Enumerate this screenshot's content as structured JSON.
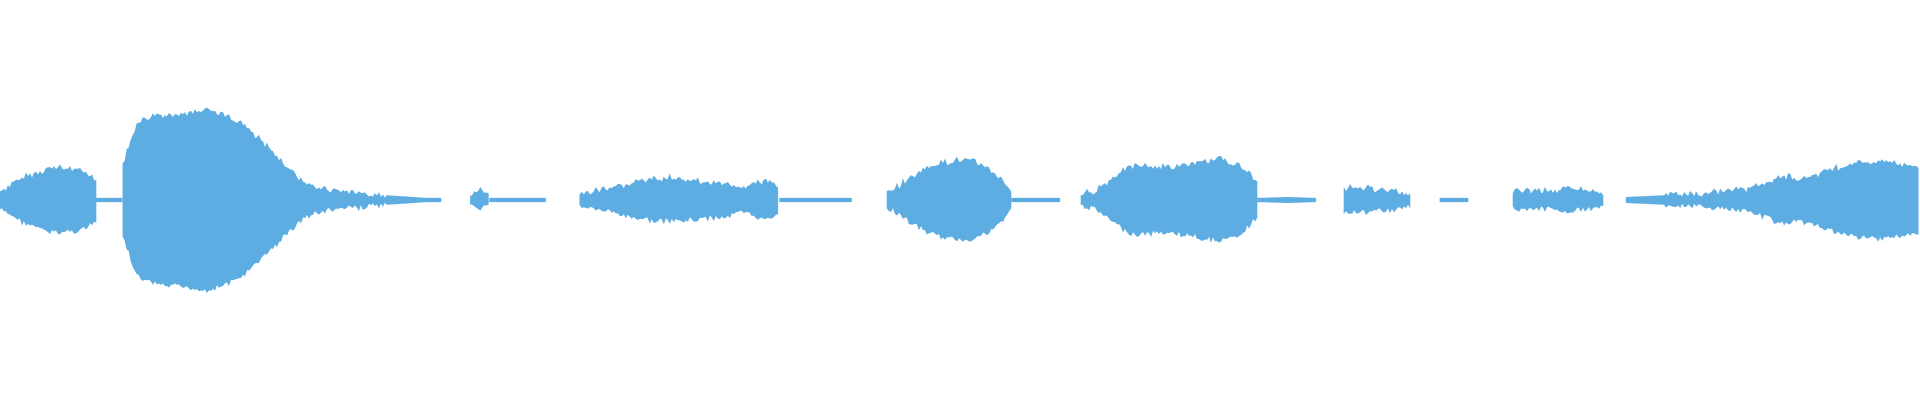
{
  "waveform": {
    "color": "#5dade2",
    "background": "#ffffff",
    "segments": [
      {
        "start": 0.0,
        "end": 0.05,
        "shape": [
          0.1,
          0.15,
          0.2,
          0.25,
          0.28,
          0.32,
          0.35,
          0.36,
          0.35,
          0.34,
          0.33,
          0.3,
          0.24
        ]
      },
      {
        "start": 0.05,
        "end": 0.064,
        "shape": [
          0.02,
          0.02,
          0.02
        ]
      },
      {
        "start": 0.064,
        "end": 0.23,
        "shape": [
          0.4,
          0.85,
          0.92,
          0.95,
          0.96,
          0.97,
          1.0,
          0.96,
          0.9,
          0.8,
          0.65,
          0.5,
          0.35,
          0.2,
          0.14,
          0.11,
          0.09,
          0.08,
          0.06,
          0.05,
          0.04,
          0.03,
          0.02,
          0.02
        ]
      },
      {
        "start": 0.245,
        "end": 0.255,
        "shape": [
          0.06,
          0.1,
          0.09,
          0.06
        ]
      },
      {
        "start": 0.255,
        "end": 0.285,
        "shape": [
          0.02,
          0.02,
          0.02
        ]
      },
      {
        "start": 0.302,
        "end": 0.406,
        "shape": [
          0.06,
          0.09,
          0.12,
          0.15,
          0.18,
          0.21,
          0.23,
          0.24,
          0.23,
          0.22,
          0.2,
          0.19,
          0.17,
          0.14,
          0.18,
          0.22,
          0.12
        ]
      },
      {
        "start": 0.406,
        "end": 0.444,
        "shape": [
          0.02,
          0.02,
          0.02
        ]
      },
      {
        "start": 0.462,
        "end": 0.527,
        "shape": [
          0.08,
          0.16,
          0.26,
          0.34,
          0.4,
          0.43,
          0.44,
          0.42,
          0.37,
          0.26,
          0.1
        ]
      },
      {
        "start": 0.527,
        "end": 0.553,
        "shape": [
          0.02,
          0.02,
          0.02
        ]
      },
      {
        "start": 0.563,
        "end": 0.655,
        "shape": [
          0.05,
          0.1,
          0.2,
          0.32,
          0.38,
          0.37,
          0.36,
          0.37,
          0.39,
          0.42,
          0.45,
          0.43,
          0.35,
          0.18
        ]
      },
      {
        "start": 0.655,
        "end": 0.686,
        "shape": [
          0.02,
          0.03,
          0.02
        ]
      },
      {
        "start": 0.7,
        "end": 0.735,
        "shape": [
          0.12,
          0.14,
          0.12,
          0.1,
          0.06
        ]
      },
      {
        "start": 0.75,
        "end": 0.765,
        "shape": [
          0.02,
          0.02
        ]
      },
      {
        "start": 0.788,
        "end": 0.835,
        "shape": [
          0.09,
          0.1,
          0.1,
          0.11,
          0.12,
          0.1,
          0.06
        ]
      },
      {
        "start": 0.847,
        "end": 1.0,
        "shape": [
          0.03,
          0.04,
          0.05,
          0.06,
          0.07,
          0.09,
          0.12,
          0.18,
          0.26,
          0.24,
          0.3,
          0.38,
          0.42,
          0.42,
          0.4,
          0.38
        ]
      }
    ]
  }
}
